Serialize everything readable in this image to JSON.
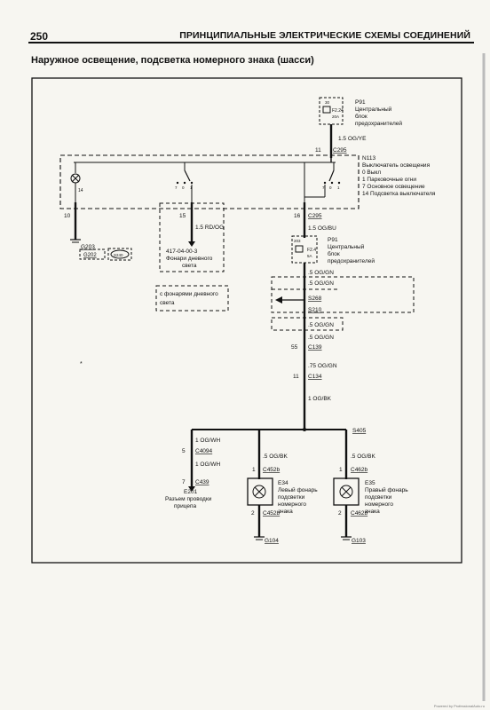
{
  "header": {
    "page_number": "250",
    "title": "ПРИНЦИПИАЛЬНЫЕ ЭЛЕКТРИЧЕСКИЕ СХЕМЫ СОЕДИНЕНИЙ"
  },
  "subtitle": "Наружное освещение, подсветка номерного знака (шасси)",
  "fuse_top": {
    "id": "P91",
    "lines": [
      "Центральный",
      "блок",
      "предохранителей"
    ],
    "code": "F2.24",
    "amps": "20A",
    "pin": "30"
  },
  "wire_top": {
    "pin": "11",
    "gauge": "1.5 OG/YE",
    "connector": "C295"
  },
  "switch": {
    "id": "N113",
    "lines": [
      "Выключатель освещения",
      "0 Выкл",
      "1 Парковочные огни",
      "7 Основное освещение",
      "14 Подсветка выключателя"
    ],
    "pos_left": "14",
    "pos_mid": [
      "7",
      "0",
      "1"
    ],
    "pos_right": [
      "7",
      "0",
      "1"
    ]
  },
  "left_branch": {
    "pin": "10",
    "ground": "G203",
    "ground2": "G202",
    "bolt_label": "S240"
  },
  "mid_branch": {
    "pin": "15",
    "gauge": "1.5 RD/OG",
    "ref": "417-04-00-3",
    "desc": [
      "Фонари дневного",
      "света"
    ]
  },
  "dashed_note": [
    "с фонарями дневного",
    "света"
  ],
  "right_branch": {
    "pin": "16",
    "connector": "C295",
    "gauge": "1.5 OG/BU",
    "fuse": {
      "id": "P91",
      "lines": [
        "Центральный",
        "блок",
        "предохранителей"
      ],
      "code": "F2.4",
      "amps": "5A",
      "pin": "203"
    }
  },
  "trunk": {
    "g1": ".5 OG/GN",
    "g2": ".5 OG/GN",
    "splice1": "S268",
    "splice2": "S210",
    "g3": ".5 OG/GN",
    "g4": ".5 OG/GN",
    "c1_pin": "55",
    "c1": "C139",
    "g5": ".75 OG/GN",
    "c2_pin": "11",
    "c2": "C134",
    "g6": "1 OG/BK",
    "splice3": "S405"
  },
  "branch_e201": {
    "gauge1": "1 OG/WH",
    "pin1": "5",
    "conn1": "C4094",
    "gauge2": "1 OG/WH",
    "pin2": "7",
    "conn2": "C439",
    "id": "E201",
    "desc": [
      "Разъем проводки",
      "прицепа"
    ]
  },
  "lamp_e34": {
    "gauge": ".5 OG/BK",
    "pin_in": "1",
    "conn_in": "C452b",
    "id": "E34",
    "desc": [
      "Левый фонарь",
      "подсветки",
      "номерного",
      "знака"
    ],
    "pin_out": "2",
    "conn_out": "C452b",
    "ground": "G104"
  },
  "lamp_e35": {
    "gauge": ".5 OG/BK",
    "pin_in": "1",
    "conn_in": "C462b",
    "id": "E35",
    "desc": [
      "Правый фонарь",
      "подсветки",
      "номерного",
      "знака"
    ],
    "pin_out": "2",
    "conn_out": "C462b",
    "ground": "G103"
  },
  "credit": "Powered by ProfessionalAuto.ru"
}
